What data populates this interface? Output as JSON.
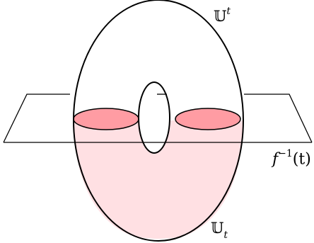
{
  "labels": {
    "upper_set": {
      "symbol": "𝕌",
      "sup": "t"
    },
    "lower_set": {
      "symbol": "𝕌",
      "sub": "t"
    },
    "level_set": {
      "f": "f",
      "exp": "−1",
      "arg": "(t)"
    }
  },
  "colors": {
    "lower_fill": "#ffe0e3",
    "cross_section_fill": "#ff9ca3",
    "stroke": "#000000"
  }
}
